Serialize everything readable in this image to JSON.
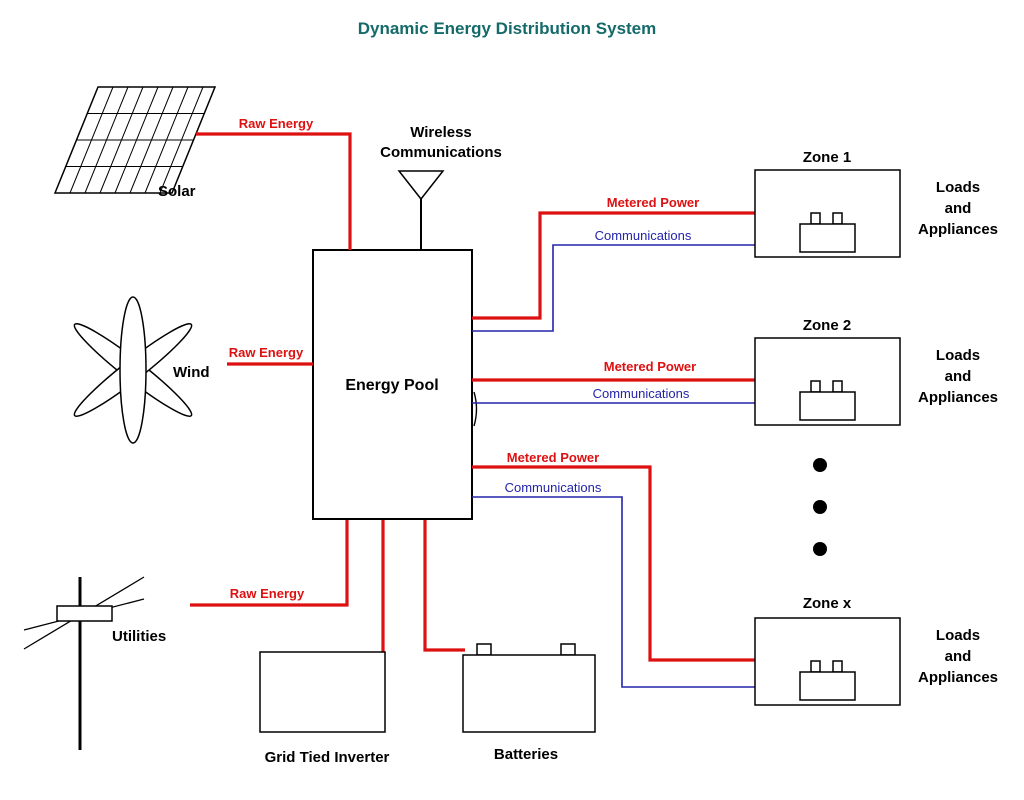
{
  "title": "Dynamic Energy Distribution System",
  "colors": {
    "title": "#156a6a",
    "power": "#dd1111",
    "comms": "#2424aa",
    "ink": "#000000"
  },
  "sources": {
    "solar": {
      "label": "Solar"
    },
    "wind": {
      "label": "Wind"
    },
    "utilities": {
      "label": "Utilities"
    }
  },
  "pool": {
    "label": "Energy Pool"
  },
  "wireless": {
    "line1": "Wireless",
    "line2": "Communications"
  },
  "links": {
    "raw_energy": "Raw Energy",
    "metered_power": "Metered Power",
    "communications": "Communications"
  },
  "zones": [
    {
      "name": "Zone 1",
      "loads": [
        "Loads",
        "and",
        "Appliances"
      ]
    },
    {
      "name": "Zone 2",
      "loads": [
        "Loads",
        "and",
        "Appliances"
      ]
    },
    {
      "name": "Zone x",
      "loads": [
        "Loads",
        "and",
        "Appliances"
      ]
    }
  ],
  "storage": {
    "inverter_label": "Grid Tied Inverter",
    "batteries_label": "Batteries"
  }
}
